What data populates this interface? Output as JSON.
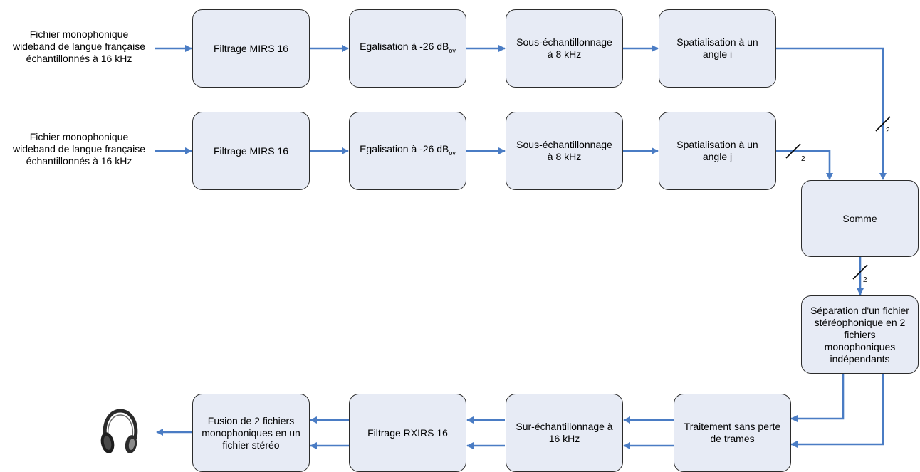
{
  "sources": {
    "row1": [
      "Fichier monophonique",
      "wideband de langue française",
      "échantillonnés à 16 kHz"
    ],
    "row2": [
      "Fichier monophonique",
      "wideband de langue française",
      "échantillonnés à 16 kHz"
    ]
  },
  "row1": {
    "filtrage": "Filtrage MIRS 16",
    "egalisation": {
      "text": "Egalisation à -26 dB",
      "sub": "ov"
    },
    "sous_echantillonnage": [
      "Sous-échantillonnage",
      "à 8 kHz"
    ],
    "spatialisation": [
      "Spatialisation à un",
      "angle i"
    ]
  },
  "row2": {
    "filtrage": "Filtrage MIRS 16",
    "egalisation": {
      "text": "Egalisation à -26 dB",
      "sub": "ov"
    },
    "sous_echantillonnage": [
      "Sous-échantillonnage",
      "à 8 kHz"
    ],
    "spatialisation": [
      "Spatialisation à un",
      "angle j"
    ]
  },
  "somme": "Somme",
  "separation": [
    "Séparation d'un fichier",
    "stéréophonique en 2",
    "fichiers",
    "monophoniques",
    "indépendants"
  ],
  "row3": {
    "traitement": [
      "Traitement sans perte",
      "de trames"
    ],
    "sur_echantillonnage": [
      "Sur-échantillonnage à",
      "16 kHz"
    ],
    "filtrage_rx": "Filtrage RXIRS 16",
    "fusion": [
      "Fusion de 2 fichiers",
      "monophoniques en un",
      "fichier stéréo"
    ]
  },
  "bus_labels": {
    "spat_i": "2",
    "spat_j": "2",
    "somme": "2"
  },
  "colors": {
    "arrow": "#4a7cc4",
    "box_fill": "#e7ebf5",
    "box_border": "#2b2b2b"
  },
  "icons": {
    "output": "headphones-icon"
  }
}
